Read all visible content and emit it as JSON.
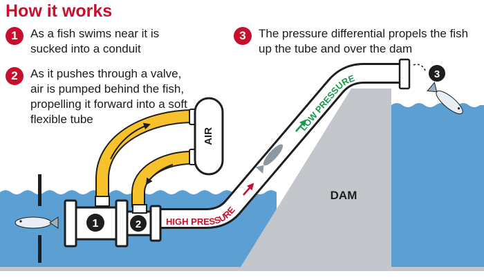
{
  "header": {
    "title": "How it works"
  },
  "steps": [
    {
      "number": "1",
      "text": "As a fish swims near it is sucked into a conduit"
    },
    {
      "number": "2",
      "text": "As it pushes through a valve, air is pumped behind the fish, propelling it forward into a soft flexible tube"
    },
    {
      "number": "3",
      "text": "The pressure differential propels the fish up the tube and over the dam"
    }
  ],
  "diagram": {
    "air_label": "AIR",
    "dam_label": "DAM",
    "high_pressure_label": "HIGH PRESSURE",
    "low_pressure_label": "LOW PRESSURE",
    "marker_1": "1",
    "marker_2": "2",
    "marker_3": "3"
  },
  "colors": {
    "accent_red": "#c8102e",
    "water_blue": "#5b9fd3",
    "dam_gray": "#c3c6cb",
    "air_yellow": "#f6c12a",
    "low_pressure_green": "#1a9a4a",
    "outline_dark": "#1e1e1e"
  }
}
